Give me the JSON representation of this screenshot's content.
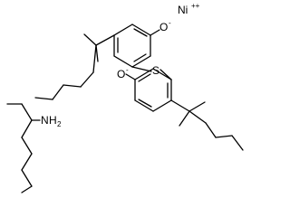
{
  "labels": {
    "nickel": "Ni",
    "nickel_charge": "++",
    "oxygen_top": "O",
    "oxygen_top_charge": "-",
    "oxygen_bottom": "O",
    "oxygen_bottom_charge": "-",
    "sulfur": "S",
    "amine_n": "N",
    "amine_h": "H",
    "amine_h_count": "2"
  },
  "colors": {
    "bond": "#000000",
    "text": "#000000",
    "background": "#ffffff"
  }
}
